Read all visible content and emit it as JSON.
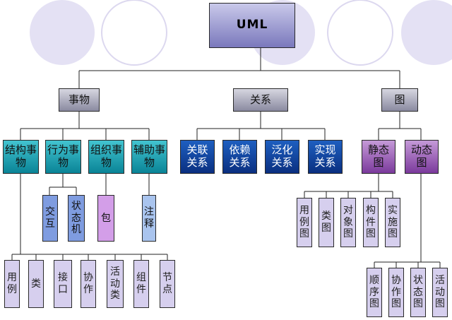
{
  "root": "UML",
  "categories": {
    "things": "事物",
    "relations": "关系",
    "diagrams": "图"
  },
  "thing_types": {
    "structural": "结构事物",
    "behavioral": "行为事物",
    "grouping": "组织事物",
    "annotational": "辅助事物"
  },
  "behavioral_items": [
    "交互",
    "状态机"
  ],
  "grouping_items": [
    "包"
  ],
  "annotational_items": [
    "注释"
  ],
  "structural_items": [
    "用例",
    "类",
    "接口",
    "协作",
    "活动类",
    "组件",
    "节点"
  ],
  "relation_types": [
    "关联关系",
    "依赖关系",
    "泛化关系",
    "实现关系"
  ],
  "diagram_types": {
    "static": "静态图",
    "dynamic": "动态图"
  },
  "static_diagrams": [
    "用例图",
    "类图",
    "对象图",
    "构件图",
    "实施图"
  ],
  "dynamic_diagrams": [
    "顺序图",
    "协作图",
    "状态图",
    "活动图"
  ],
  "colors": {
    "root": "#9a98d0",
    "category": "#b0b0c4",
    "thing_type": "#1fa6b6",
    "relation": "#1446a0",
    "diagram_type": "#9c63bc",
    "leaf": "#d6cfee",
    "circle_fill": "#e4e1f4"
  }
}
